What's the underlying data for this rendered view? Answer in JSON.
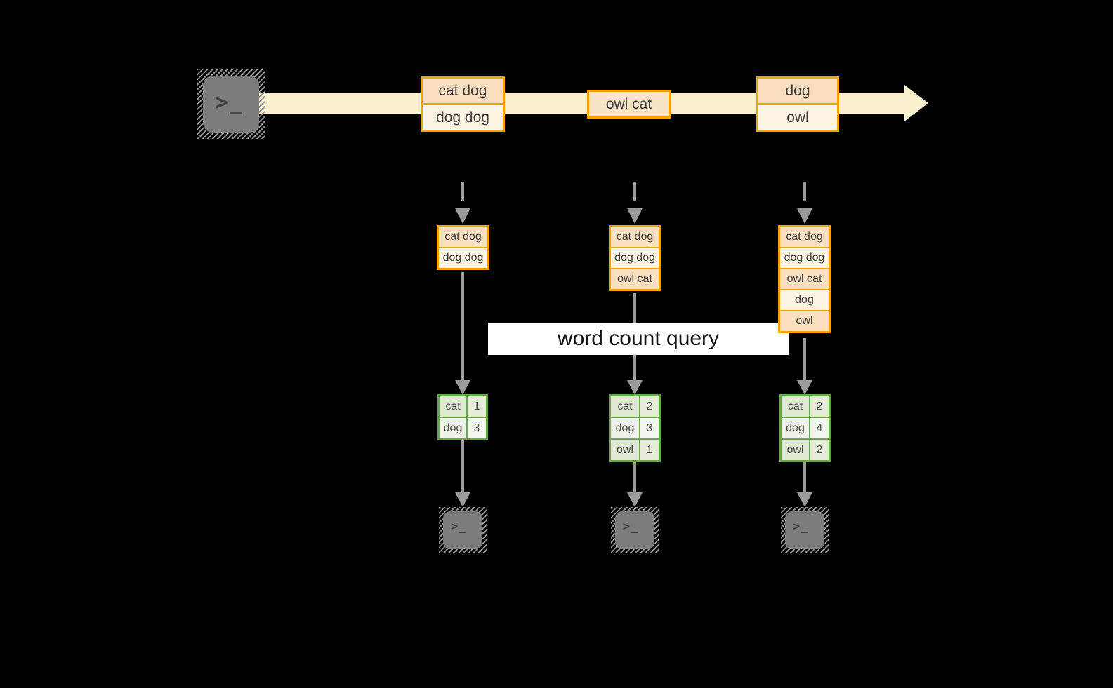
{
  "title": "stream word count query diagram",
  "icons": {
    "terminal_prompt": ">_"
  },
  "timeline": {
    "events": [
      {
        "lines": [
          "cat dog",
          "dog dog"
        ]
      },
      {
        "lines": [
          "owl cat"
        ]
      },
      {
        "lines": [
          "dog",
          "owl"
        ]
      }
    ]
  },
  "query_label": "word count query",
  "columns": [
    {
      "buffer": [
        "cat dog",
        "dog dog"
      ],
      "counts": [
        {
          "word": "cat",
          "count": "1"
        },
        {
          "word": "dog",
          "count": "3"
        }
      ]
    },
    {
      "buffer": [
        "cat dog",
        "dog dog",
        "owl cat"
      ],
      "counts": [
        {
          "word": "cat",
          "count": "2"
        },
        {
          "word": "dog",
          "count": "3"
        },
        {
          "word": "owl",
          "count": "1"
        }
      ]
    },
    {
      "buffer": [
        "cat dog",
        "dog dog",
        "owl cat",
        "dog",
        "owl"
      ],
      "counts": [
        {
          "word": "cat",
          "count": "2"
        },
        {
          "word": "dog",
          "count": "4"
        },
        {
          "word": "owl",
          "count": "2"
        }
      ]
    }
  ],
  "colors": {
    "background": "#000000",
    "band": "#FBF1CE",
    "orange_border": "#F0A502",
    "cell_dark": "#F9DFC0",
    "cell_light": "#FDF3E3",
    "green_border": "#69A84F",
    "green_cell_dark": "#DEE8D2",
    "green_cell_light": "#EDF2E7",
    "arrow_gray": "#9C9C9C",
    "query_bg": "#FFFFFF",
    "terminal_gray": "#7C7C7C"
  }
}
